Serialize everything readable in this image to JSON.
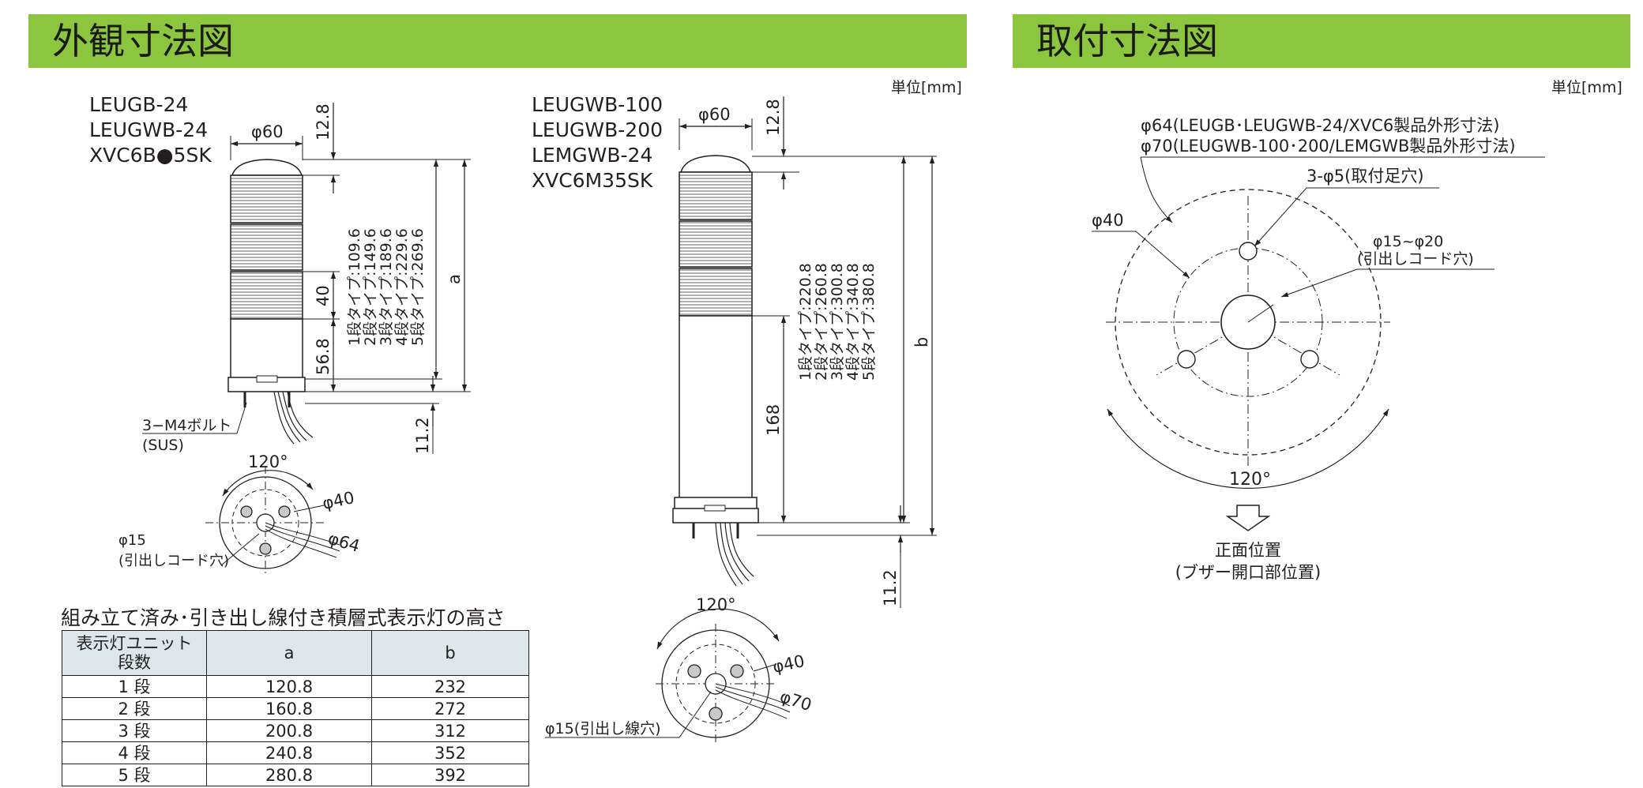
{
  "headers": {
    "left": "外観寸法図",
    "right": "取付寸法図"
  },
  "unit_label": "単位[mm]",
  "left_drawing": {
    "models": [
      "LEUGB-24",
      "LEUGWB-24",
      "XVC6B●5SK"
    ],
    "dim_phi60": "φ60",
    "dim_12_8": "12.8",
    "dim_40": "40",
    "dim_56_8": "56.8",
    "dim_11_2": "11.2",
    "dim_a": "a",
    "tier_types": [
      "1段タイプ:109.6",
      "2段タイプ:149.6",
      "3段タイプ:189.6",
      "4段タイプ:229.6",
      "5段タイプ:269.6"
    ],
    "bolt_label": "3−M4ボルト",
    "bolt_material": "(SUS)",
    "bottom_angle": "120°",
    "bottom_phi40": "φ40",
    "bottom_phi64": "φ64",
    "cord_hole_size": "φ15",
    "cord_hole_label": "(引出しコード穴)"
  },
  "middle_drawing": {
    "models": [
      "LEUGWB-100",
      "LEUGWB-200",
      "LEMGWB-24",
      "XVC6M35SK"
    ],
    "dim_phi60": "φ60",
    "dim_12_8": "12.8",
    "dim_168": "168",
    "dim_11_2": "11.2",
    "dim_b": "b",
    "tier_types": [
      "1段タイプ:220.8",
      "2段タイプ:260.8",
      "3段タイプ:300.8",
      "4段タイプ:340.8",
      "5段タイプ:380.8"
    ],
    "bottom_angle": "120°",
    "bottom_phi40": "φ40",
    "bottom_phi70": "φ70",
    "cord_hole_label": "φ15(引出し線穴)"
  },
  "mount_drawing": {
    "phi64_note": "φ64(LEUGB･LEUGWB-24/XVC6製品外形寸法)",
    "phi70_note": "φ70(LEUGWB-100･200/LEMGWB製品外形寸法)",
    "mount_hole": "3-φ5(取付足穴)",
    "phi40": "φ40",
    "cord_hole_size": "φ15~φ20",
    "cord_hole_label": "(引出しコード穴)",
    "angle": "120°",
    "front_label": "正面位置",
    "front_sub": "(ブザー開口部位置)"
  },
  "height_table": {
    "title": "組み立て済み･引き出し線付き積層式表示灯の高さ",
    "header": [
      "表示灯ユニット段数",
      "a",
      "b"
    ],
    "header_line1": "表示灯ユニット",
    "header_line2": "段数",
    "rows": [
      [
        "1 段",
        "120.8",
        "232"
      ],
      [
        "2 段",
        "160.8",
        "272"
      ],
      [
        "3 段",
        "200.8",
        "312"
      ],
      [
        "4 段",
        "240.8",
        "352"
      ],
      [
        "5 段",
        "280.8",
        "392"
      ]
    ]
  }
}
